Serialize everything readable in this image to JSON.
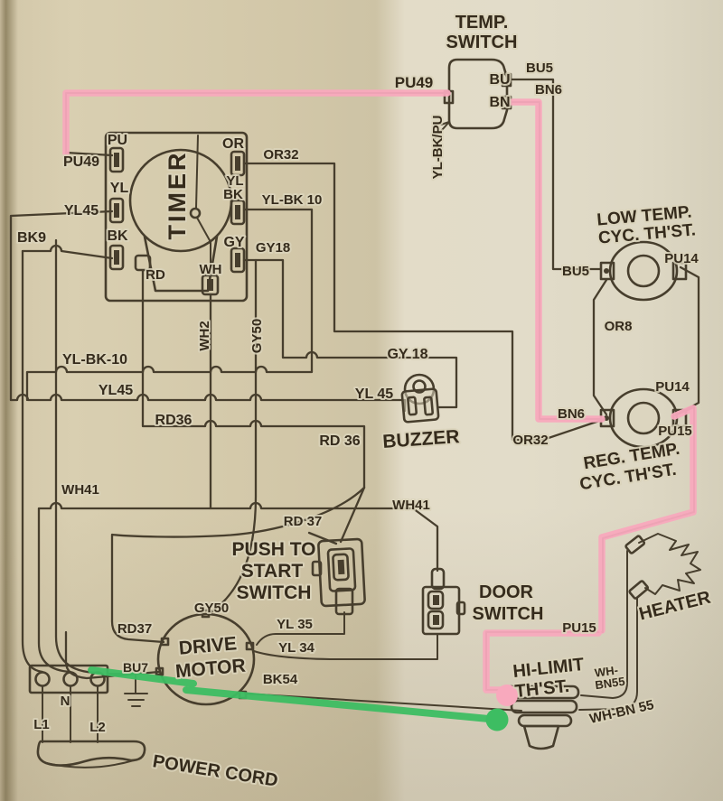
{
  "colors": {
    "paper": "#d8ceb2",
    "line": "#473e2d",
    "highlight_pink": "#f8a9bd",
    "highlight_green": "#3dbd62"
  },
  "temp_switch": {
    "title1": "TEMP.",
    "title2": "SWITCH",
    "term_bu": "BU",
    "term_bn": "BN",
    "wire_bu5": "BU5",
    "wire_bn6": "BN6",
    "wire_pu49": "PU49",
    "wire_ylbkpu": "YL-BK/PU"
  },
  "timer": {
    "name": "TIMER",
    "term_pu": "PU",
    "term_yl": "YL",
    "term_bk": "BK",
    "term_or": "OR",
    "term_yl2": "YL",
    "term_bk2": "BK",
    "term_gy": "GY",
    "term_rd": "RD",
    "term_wh": "WH",
    "wire_pu49": "PU49",
    "wire_yl45": "YL45",
    "wire_bk9": "BK9",
    "wire_or32": "OR32",
    "wire_ylbk10": "YL-BK 10",
    "wire_gy18": "GY18",
    "wire_wh2": "WH2",
    "wire_gy50": "GY50"
  },
  "buses": {
    "ylbk10": "YL-BK-10",
    "yl45": "YL45",
    "rd36": "RD36",
    "gy18": "GY 18",
    "yl45_buzzer": "YL 45",
    "rd36_b": "RD 36",
    "wh41": "WH41",
    "wh41_b": "WH41",
    "rd37": "RD 37"
  },
  "buzzer": {
    "name": "BUZZER"
  },
  "low_temp": {
    "title1": "LOW TEMP.",
    "title2": "CYC. TH'ST.",
    "wire_bu5": "BU5",
    "wire_pu14": "PU14",
    "wire_or8": "OR8"
  },
  "reg_temp": {
    "title1": "REG. TEMP.",
    "title2": "CYC. TH'ST.",
    "wire_bn6": "BN6",
    "wire_pu14": "PU14",
    "wire_pu15": "PU15",
    "wire_or32": "OR32"
  },
  "push_start": {
    "title1": "PUSH TO",
    "title2": "START",
    "title3": "SWITCH"
  },
  "door_switch": {
    "title1": "DOOR",
    "title2": "SWITCH"
  },
  "motor": {
    "title1": "DRIVE",
    "title2": "MOTOR",
    "wire_gy50": "GY50",
    "wire_yl35": "YL 35",
    "wire_yl34": "YL 34",
    "wire_rd37": "RD37",
    "wire_bu7": "BU7",
    "wire_bk54": "BK54"
  },
  "heater": {
    "name": "HEATER"
  },
  "hi_limit": {
    "title1": "HI-LIMIT",
    "title2": "TH'ST.",
    "wire_pu15": "PU15",
    "wire_whbn1": "WH-",
    "wire_whbn2": "BN55",
    "wire_whbn55": "WH-BN 55"
  },
  "power": {
    "name": "POWER CORD",
    "n": "N",
    "l1": "L1",
    "l2": "L2"
  }
}
